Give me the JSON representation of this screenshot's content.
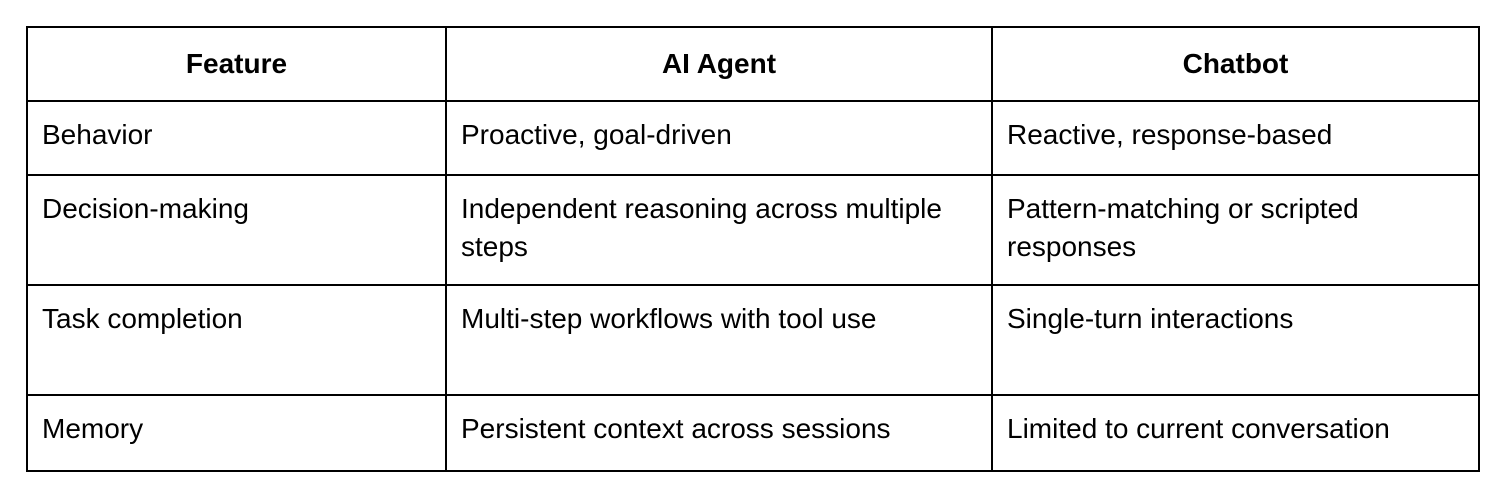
{
  "table": {
    "headers": [
      "Feature",
      "AI Agent",
      "Chatbot"
    ],
    "rows": [
      [
        "Behavior",
        "Proactive, goal-driven",
        "Reactive, response-based"
      ],
      [
        "Decision-making",
        "Independent reasoning across multiple steps",
        "Pattern-matching or scripted responses"
      ],
      [
        "Task completion",
        "Multi-step workflows with tool use",
        "Single-turn interactions"
      ],
      [
        "Memory",
        "Persistent context across sessions",
        "Limited to current conversation"
      ]
    ]
  }
}
